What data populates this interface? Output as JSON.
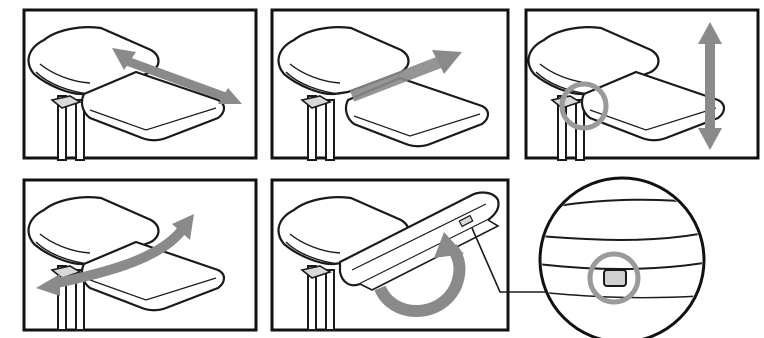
{
  "colors": {
    "frame": "#111111",
    "line": "#1a1a1a",
    "arrow": "#8a8a8a",
    "highlight_circle": "#9a9a9a",
    "surface": "#ffffff",
    "shade": "#e6e6e6"
  },
  "panels": [
    {
      "name": "panel-slide-forward-back",
      "arrow": "double-arrow-diagonal",
      "highlight": false
    },
    {
      "name": "panel-slide-pad",
      "arrow": "single-arrow-diagonal",
      "highlight": false
    },
    {
      "name": "panel-height-adjust",
      "arrow": "double-arrow-vertical",
      "highlight": true
    },
    {
      "name": "panel-pivot-rotate",
      "arrow": "curved-double-arrow",
      "highlight": false
    },
    {
      "name": "panel-flip-up",
      "arrow": "curved-arrow-rotate",
      "highlight": false
    }
  ],
  "detail": {
    "name": "release-button-detail",
    "highlight": true
  }
}
